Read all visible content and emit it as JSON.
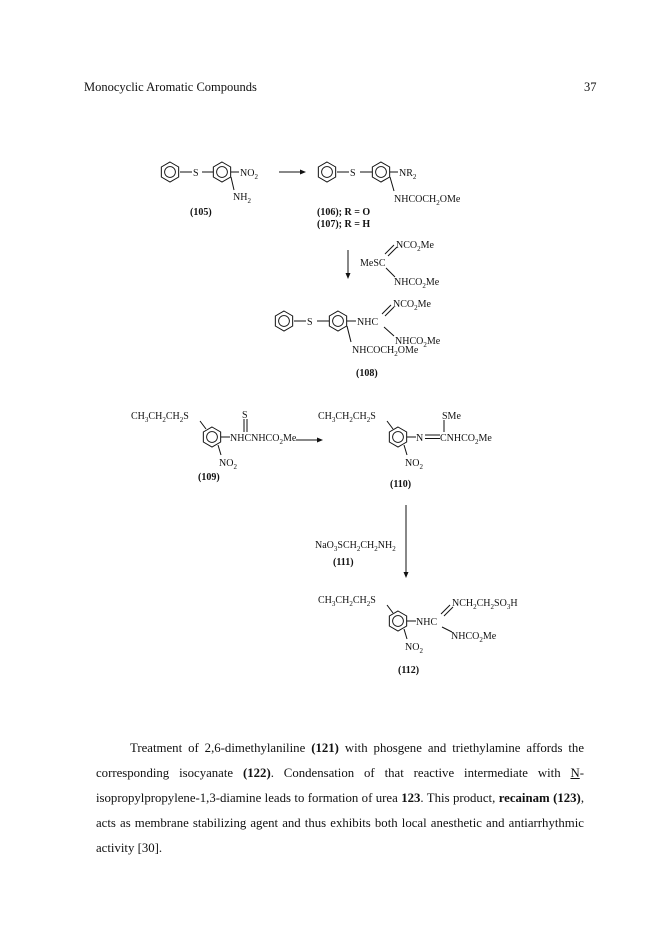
{
  "header": {
    "running_title": "Monocyclic Aromatic Compounds",
    "page_number": "37"
  },
  "scheme1": {
    "c105": {
      "s": "S",
      "no2": "NO",
      "no2_sub": "2",
      "nh2": "NH",
      "nh2_sub": "2",
      "label": "(105)"
    },
    "c106_107": {
      "s": "S",
      "nr2": "NR",
      "nr2_sub": "2",
      "nhcoch2ome_a": "NHCOCH",
      "nhcoch2ome_sub": "2",
      "nhcoch2ome_b": "OMe",
      "label1": "(106); R = O",
      "label2": "(107); R = H"
    },
    "reagent": {
      "nco2me_a": "NCO",
      "nco2me_sub": "2",
      "nco2me_b": "Me",
      "mesc": "MeSC",
      "nhco2me_a": "NHCO",
      "nhco2me_sub": "2",
      "nhco2me_b": "Me"
    },
    "c108": {
      "s": "S",
      "nhc": "NHC",
      "nco2me_a": "NCO",
      "nco2me_sub": "2",
      "nco2me_b": "Me",
      "nhco2me_a": "NHCO",
      "nhco2me_sub": "2",
      "nhco2me_b": "Me",
      "nhcoch2ome_a": "NHCOCH",
      "nhcoch2ome_sub": "2",
      "nhcoch2ome_b": "OMe",
      "label": "(108)"
    }
  },
  "scheme2": {
    "c109": {
      "propyl_a": "CH",
      "propyl_s1": "3",
      "propyl_b": "CH",
      "propyl_s2": "2",
      "propyl_c": "CH",
      "propyl_s3": "2",
      "propyl_d": "S",
      "thio": "S",
      "nhcnhco2me_a": "NHCNHCO",
      "nhcnhco2me_sub": "2",
      "nhcnhco2me_b": "Me",
      "no2": "NO",
      "no2_sub": "2",
      "label": "(109)"
    },
    "c110": {
      "propyl_a": "CH",
      "propyl_s1": "3",
      "propyl_b": "CH",
      "propyl_s2": "2",
      "propyl_c": "CH",
      "propyl_s3": "2",
      "propyl_d": "S",
      "sme": "SMe",
      "n": "N",
      "cnhco2me_a": "CNHCO",
      "cnhco2me_sub": "2",
      "cnhco2me_b": "Me",
      "no2": "NO",
      "no2_sub": "2",
      "label": "(110)"
    },
    "reagent": {
      "formula_a": "NaO",
      "formula_s1": "3",
      "formula_b": "SCH",
      "formula_s2": "2",
      "formula_c": "CH",
      "formula_s3": "2",
      "formula_d": "NH",
      "formula_s4": "2",
      "label": "(111)"
    },
    "c112": {
      "propyl_a": "CH",
      "propyl_s1": "3",
      "propyl_b": "CH",
      "propyl_s2": "2",
      "propyl_c": "CH",
      "propyl_s3": "2",
      "propyl_d": "S",
      "nch2_a": "NCH",
      "nch2_s1": "2",
      "nch2_b": "CH",
      "nch2_s2": "2",
      "nch2_c": "SO",
      "nch2_s3": "3",
      "nch2_d": "H",
      "nhc": "NHC",
      "nhco2me_a": "NHCO",
      "nhco2me_sub": "2",
      "nhco2me_b": "Me",
      "no2": "NO",
      "no2_sub": "2",
      "label": "(112)"
    }
  },
  "paragraph": {
    "s1": "Treatment of 2,6-dimethylaniline ",
    "r1": "(121)",
    "s2": " with phosgene and triethylamine affords the corresponding isocyanate ",
    "r2": "(122)",
    "s3": ". Condensation of that reactive intermediate with ",
    "n_italic": "N",
    "s4": "-isopropylpropylene-1,3-diamine leads to formation of urea ",
    "r3": "123",
    "s5": ". This product, ",
    "drug": "recainam",
    "s6": " ",
    "r4": "(123)",
    "s7": ", acts as membrane stabilizing agent and thus exhibits both local anesthetic and antiarrhythmic activity [30]."
  }
}
